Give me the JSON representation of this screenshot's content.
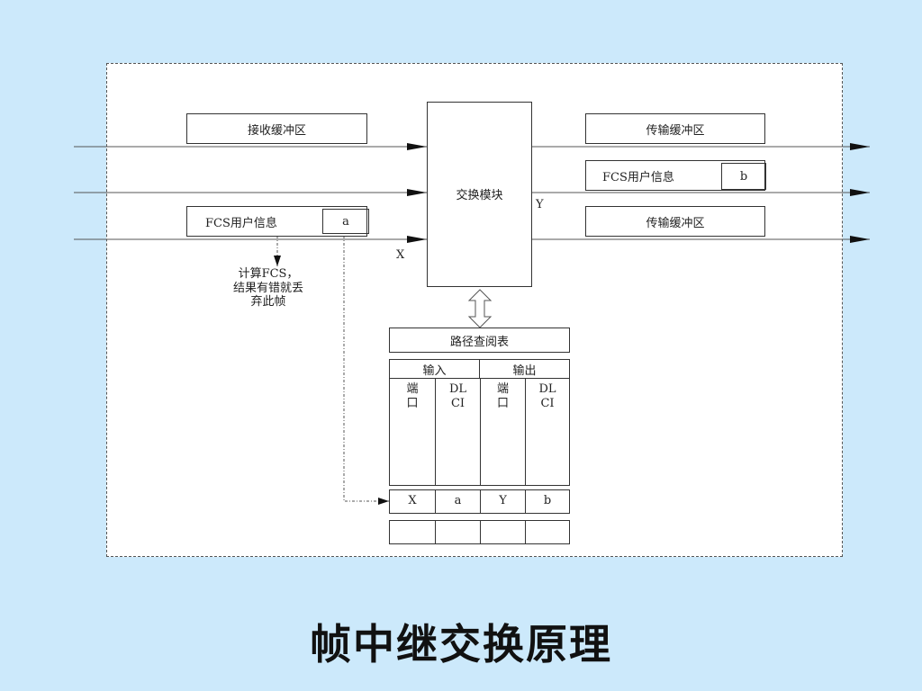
{
  "receive_buffer": "接收缓冲区",
  "transmit_buffer_1": "传输缓冲区",
  "transmit_buffer_2": "传输缓冲区",
  "fcs_in": {
    "label": "FCS用户信息",
    "field": "a"
  },
  "fcs_out": {
    "label": "FCS用户信息",
    "field": "b"
  },
  "switch_module": "交换模块",
  "port_x": "X",
  "port_y": "Y",
  "fcs_note": "计算FCS，\n结果有错就丢\n弃此帧",
  "lookup_table": {
    "title": "路径查阅表",
    "group_in": "输入",
    "group_out": "输出",
    "sub_headers": [
      "端\n口",
      "DL\nCI",
      "端\n口",
      "DL\nCI"
    ],
    "entry": [
      "X",
      "a",
      "Y",
      "b"
    ]
  },
  "page_title": "帧中继交换原理"
}
